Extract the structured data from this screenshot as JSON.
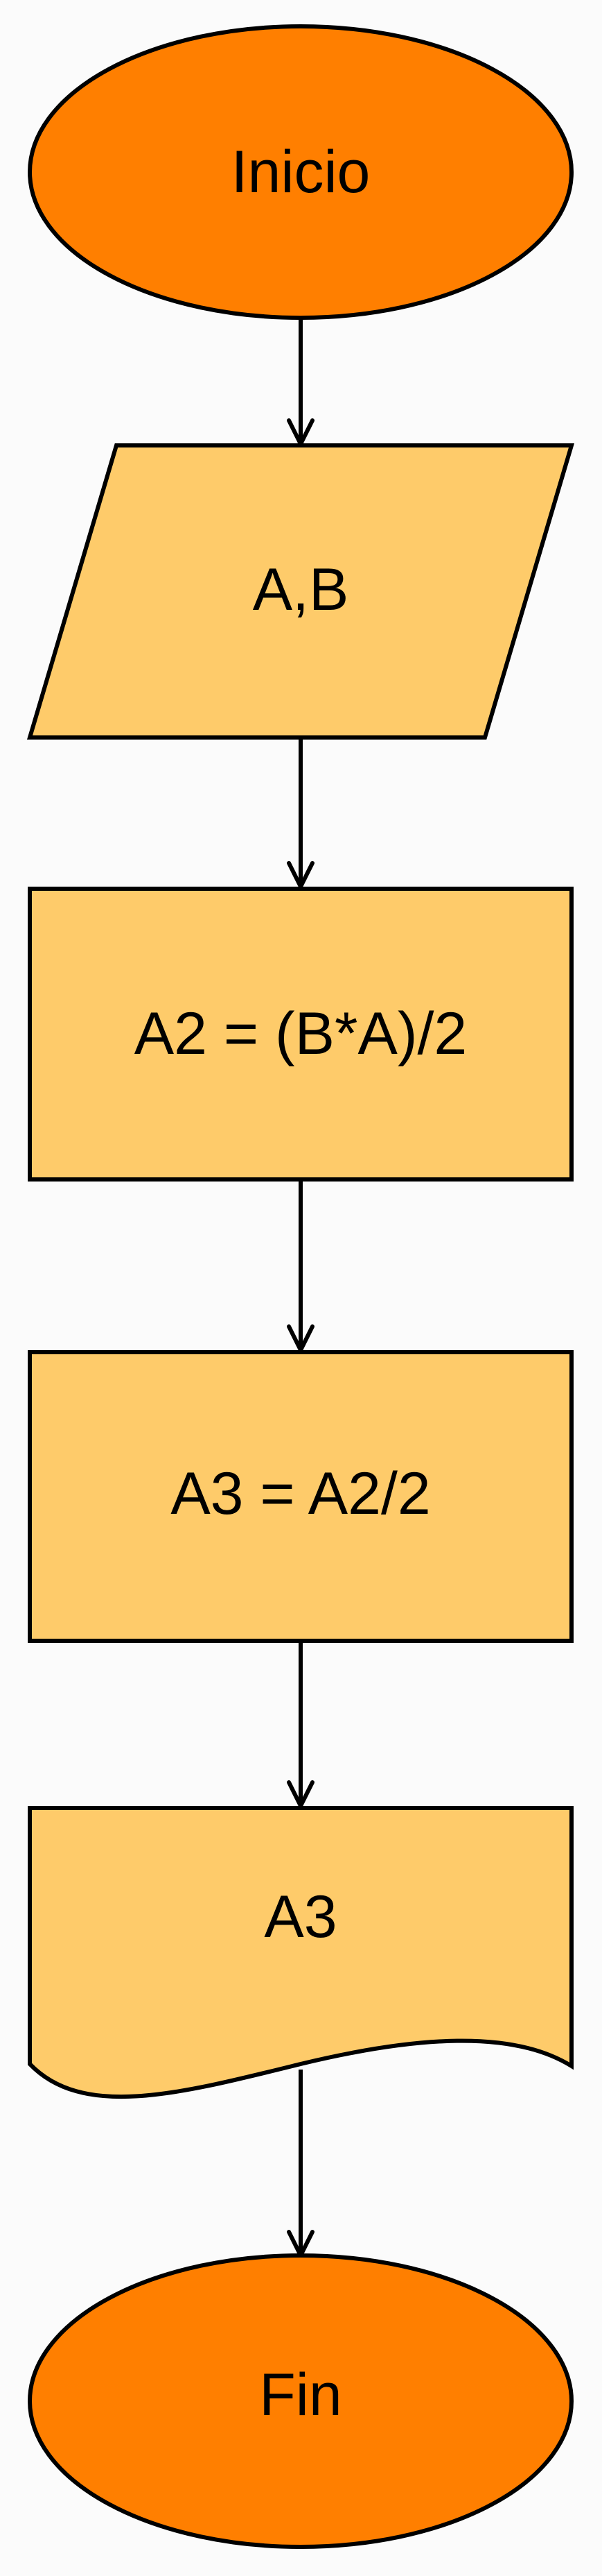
{
  "colors": {
    "terminal_fill": "#FF7F00",
    "process_fill": "#FECB6A",
    "stroke": "#000000",
    "background": "#FBFBFB"
  },
  "nodes": {
    "start": {
      "type": "terminal",
      "label": "Inicio"
    },
    "input": {
      "type": "input-output",
      "label": "A,B"
    },
    "process1": {
      "type": "process",
      "label": "A2 = (B*A)/2"
    },
    "process2": {
      "type": "process",
      "label": "A3 = A2/2"
    },
    "output": {
      "type": "document",
      "label": "A3"
    },
    "end": {
      "type": "terminal",
      "label": "Fin"
    }
  },
  "edges": [
    {
      "from": "start",
      "to": "input"
    },
    {
      "from": "input",
      "to": "process1"
    },
    {
      "from": "process1",
      "to": "process2"
    },
    {
      "from": "process2",
      "to": "output"
    },
    {
      "from": "output",
      "to": "end"
    }
  ]
}
